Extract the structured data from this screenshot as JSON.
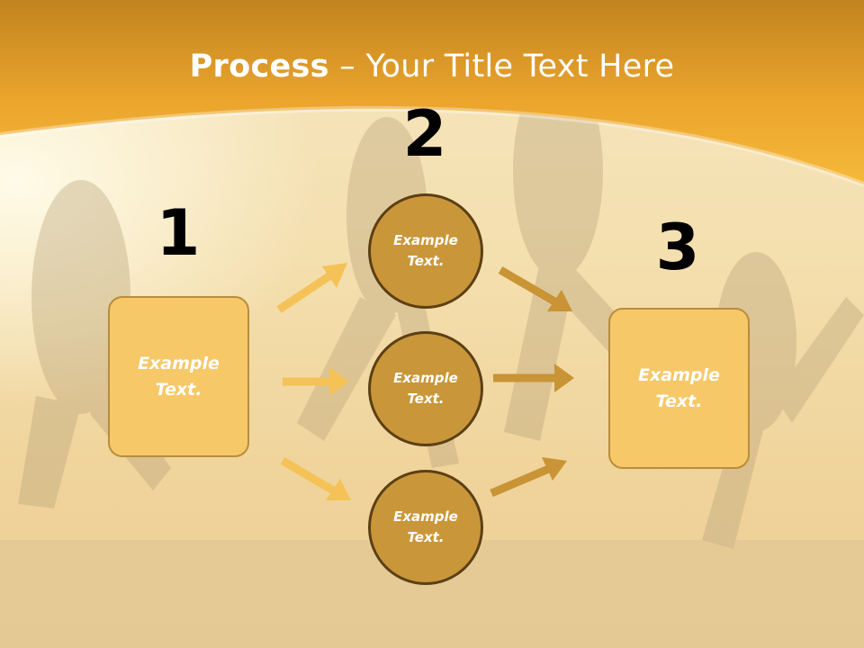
{
  "header": {
    "title_bold": "Process",
    "title_rest": " – Your Title Text Here"
  },
  "steps": [
    {
      "number": "1",
      "text": "Example\nText."
    },
    {
      "number": "2",
      "text": "Example\nText."
    },
    {
      "number": "3",
      "text": "Example\nText."
    }
  ],
  "circles": [
    {
      "text": "Example\nText."
    },
    {
      "text": "Example\nText."
    },
    {
      "text": "Example\nText."
    }
  ],
  "colors": {
    "header": "#f2b134",
    "box_fill": "#f6c868",
    "circle_fill": "#c9973a",
    "arrow_light": "#f4c257",
    "arrow_dark": "#c99435"
  }
}
